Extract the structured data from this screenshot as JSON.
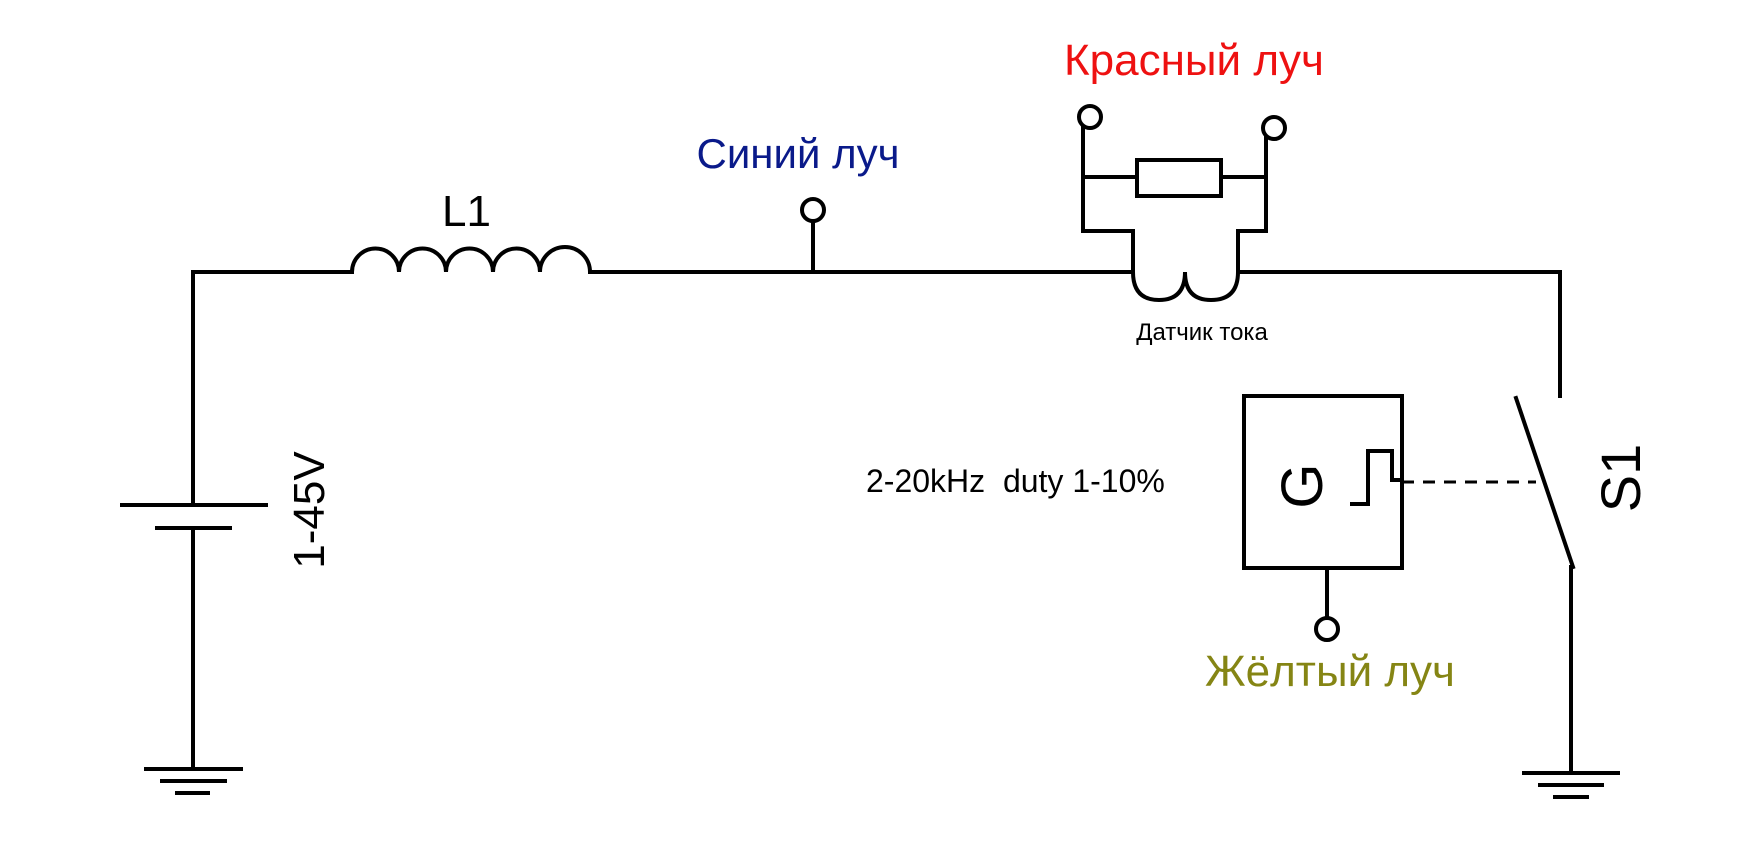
{
  "labels": {
    "inductor": "L1",
    "battery": "1-45V",
    "switch": "S1",
    "generator_symbol": "G",
    "generator_spec": "2-20kHz  duty 1-10%",
    "current_sensor": "Датчик тока",
    "red_probe": "Красный луч",
    "blue_probe": "Синий луч",
    "yellow_probe": "Жёлтый луч"
  },
  "colors": {
    "red_probe": "#ee1111",
    "blue_probe": "#0a1a8a",
    "yellow_probe": "#858514",
    "wire": "#000000"
  }
}
